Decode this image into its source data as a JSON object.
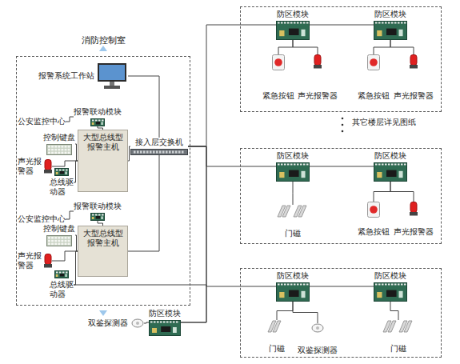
{
  "diagram": {
    "nodes": [
      {
        "text": [
          "消防控制室"
        ]
      },
      {
        "text": [
          "报警系统工作站"
        ],
        "in": 0
      },
      {
        "text": [
          "公安监控中心"
        ],
        "in": 0
      },
      {
        "text": [
          "报警联动模块"
        ],
        "in": 0
      },
      {
        "text": [
          "控制键盘"
        ],
        "in": 0
      },
      {
        "text": [
          "大型总线型报警主机"
        ],
        "in": 0
      },
      {
        "text": [
          "接入层交换机"
        ],
        "in": 0
      },
      {
        "text": [
          "声光报警器"
        ],
        "in": 0
      },
      {
        "text": [
          "总线驱动器"
        ],
        "in": 0
      },
      {
        "text": [
          "公安监控中心"
        ],
        "in": 0
      },
      {
        "text": [
          "报警联动模块"
        ],
        "in": 0
      },
      {
        "text": [
          "控制键盘"
        ],
        "in": 0
      },
      {
        "text": [
          "大型总线型报警主机"
        ],
        "in": 0
      },
      {
        "text": [
          "声光报警器"
        ],
        "in": 0
      },
      {
        "text": [
          "总线驱动器"
        ],
        "in": 0
      },
      {
        "text": [
          "双鉴探测器"
        ]
      },
      {
        "text": [
          "防区模块"
        ]
      },
      {
        "text": []
      },
      {
        "text": [
          "防区模块"
        ],
        "in": 17
      },
      {
        "text": [
          "防区模块"
        ],
        "in": 17
      },
      {
        "text": [
          "紧急按钮"
        ],
        "in": 17
      },
      {
        "text": [
          "声光报警器"
        ],
        "in": 17
      },
      {
        "text": [
          "紧急按钮"
        ],
        "in": 17
      },
      {
        "text": [
          "声光报警器"
        ],
        "in": 17
      },
      {
        "text": []
      },
      {
        "text": [
          "防区模块"
        ],
        "in": 24
      },
      {
        "text": [
          "防区模块"
        ],
        "in": 24
      },
      {
        "text": [
          "门磁"
        ],
        "in": 24
      },
      {
        "text": [
          "紧急按钮"
        ],
        "in": 24
      },
      {
        "text": [
          "声光报警器"
        ],
        "in": 24
      },
      {
        "text": []
      },
      {
        "text": [
          "防区模块"
        ],
        "in": 30
      },
      {
        "text": [
          "防区模块"
        ],
        "in": 30
      },
      {
        "text": [
          "门磁"
        ],
        "in": 30
      },
      {
        "text": [
          "双鉴探测器"
        ],
        "in": 30
      },
      {
        "text": [
          "门磁"
        ],
        "in": 30
      }
    ],
    "edges": [
      {
        "from": 1,
        "to": 6,
        "arrow": "none"
      },
      {
        "from": 2,
        "to": 3,
        "arrow": "none"
      },
      {
        "from": 3,
        "to": 5,
        "arrow": "none"
      },
      {
        "from": 4,
        "to": 5,
        "arrow": "none"
      },
      {
        "from": 5,
        "to": 6,
        "arrow": "none"
      },
      {
        "from": 7,
        "to": 5,
        "arrow": "none"
      },
      {
        "from": 8,
        "to": 5,
        "arrow": "none"
      },
      {
        "from": 9,
        "to": 10,
        "arrow": "none"
      },
      {
        "from": 10,
        "to": 12,
        "arrow": "none"
      },
      {
        "from": 11,
        "to": 12,
        "arrow": "none"
      },
      {
        "from": 12,
        "to": 6,
        "arrow": "none"
      },
      {
        "from": 13,
        "to": 12,
        "arrow": "none"
      },
      {
        "from": 14,
        "to": 12,
        "arrow": "none"
      },
      {
        "from": 14,
        "to": 16,
        "arrow": "none"
      },
      {
        "from": 6,
        "to": 18,
        "arrow": "none"
      },
      {
        "from": 6,
        "to": 25,
        "arrow": "none"
      },
      {
        "from": 6,
        "to": 31,
        "arrow": "none"
      },
      {
        "from": 6,
        "to": 16,
        "arrow": "none"
      },
      {
        "from": 15,
        "to": 16,
        "arrow": "none"
      },
      {
        "from": 18,
        "to": 19,
        "arrow": "none"
      },
      {
        "from": 18,
        "to": 20,
        "arrow": "none"
      },
      {
        "from": 18,
        "to": 21,
        "arrow": "none"
      },
      {
        "from": 19,
        "to": 22,
        "arrow": "none"
      },
      {
        "from": 19,
        "to": 23,
        "arrow": "none"
      },
      {
        "from": 25,
        "to": 26,
        "arrow": "none"
      },
      {
        "from": 25,
        "to": 27,
        "arrow": "none"
      },
      {
        "from": 26,
        "to": 28,
        "arrow": "none"
      },
      {
        "from": 26,
        "to": 29,
        "arrow": "none"
      },
      {
        "from": 31,
        "to": 32,
        "arrow": "none"
      },
      {
        "from": 31,
        "to": 33,
        "arrow": "none"
      },
      {
        "from": 31,
        "to": 34,
        "arrow": "none"
      },
      {
        "from": 32,
        "to": 35,
        "arrow": "none"
      }
    ],
    "labels": [
      "其它楼层详见图纸"
    ]
  }
}
